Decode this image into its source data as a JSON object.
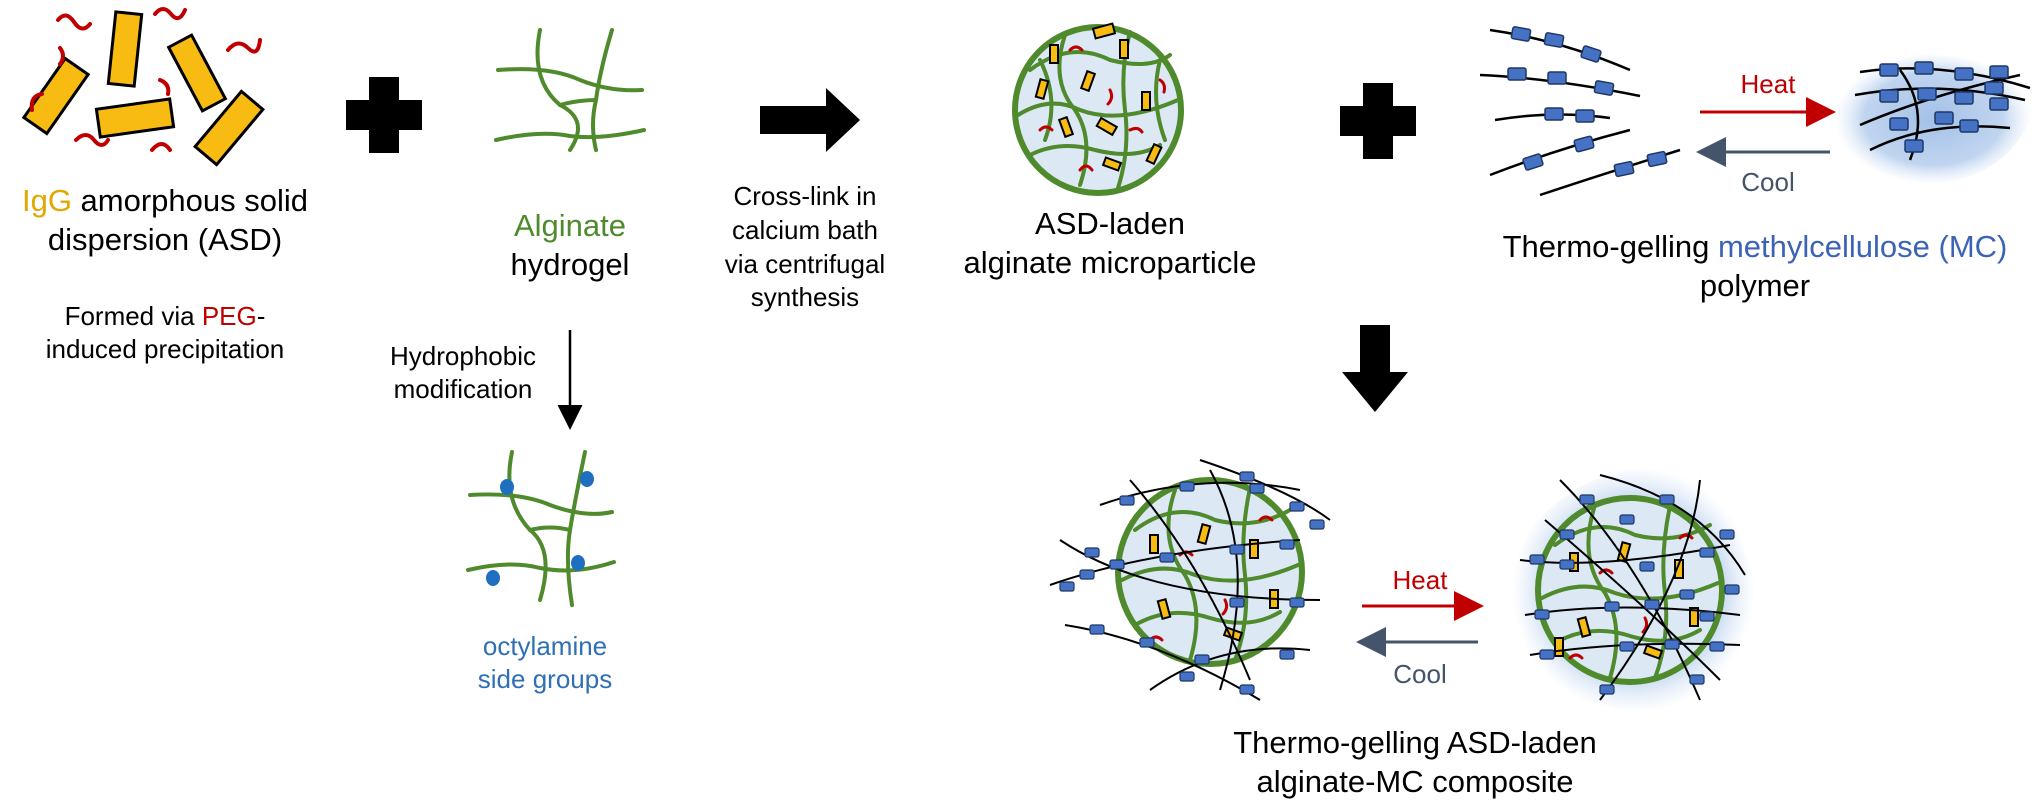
{
  "asd": {
    "title_prefix": "IgG",
    "title_rest": " amorphous solid",
    "title_line2": "dispersion (ASD)",
    "sub_line1_prefix": "Formed via ",
    "sub_line1_highlight": "PEG",
    "sub_line1_suffix": "-",
    "sub_line2": "induced precipitation"
  },
  "alginate": {
    "line1": "Alginate",
    "line2": "hydrogel",
    "modification_line1": "Hydrophobic",
    "modification_line2": "modification",
    "side_groups_line1": "octylamine",
    "side_groups_line2": "side groups"
  },
  "crosslink": {
    "line1": "Cross-link in",
    "line2": "calcium bath",
    "line3": "via centrifugal",
    "line4": "synthesis"
  },
  "microparticle": {
    "line1": "ASD-laden",
    "line2": "alginate microparticle"
  },
  "mc": {
    "heat_label": "Heat",
    "cool_label": "Cool",
    "title_prefix": "Thermo-gelling ",
    "title_highlight": "methylcellulose (MC)",
    "title_line2": "polymer"
  },
  "composite": {
    "heat_label": "Heat",
    "cool_label": "Cool",
    "line1": "Thermo-gelling ASD-laden",
    "line2": "alginate-MC composite"
  },
  "colors": {
    "asd_gold": "#e0a800",
    "alginate_green": "#4f8a2c",
    "peg_red": "#c00000",
    "octylamine_blue": "#2e6fb6",
    "mc_blue": "#3c64b4",
    "cool_slate": "#44546a"
  }
}
